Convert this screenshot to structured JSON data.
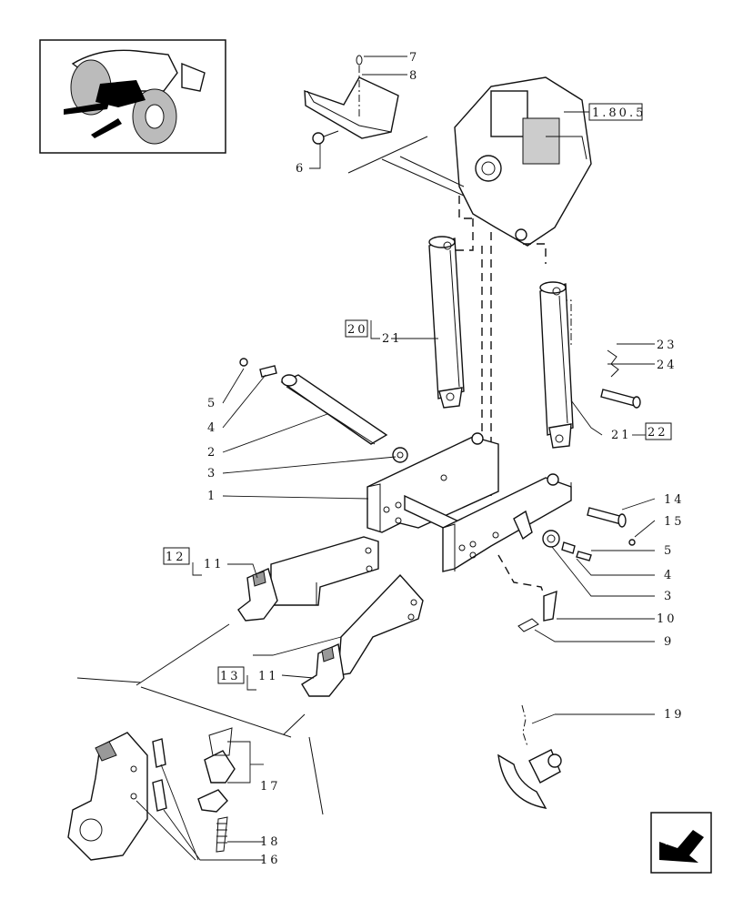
{
  "callouts": {
    "n7": "7",
    "n8": "8",
    "n6": "6",
    "ref_180_5": "1.80.5",
    "n20": "20",
    "n21_a": "21",
    "n23": "23",
    "n24": "24",
    "n5_l": "5",
    "n4_l": "4",
    "n2": "2",
    "n3_l": "3",
    "n1": "1",
    "n21_b": "21",
    "n22": "22",
    "n14": "14",
    "n15": "15",
    "n5_r": "5",
    "n4_r": "4",
    "n3_r": "3",
    "n10": "10",
    "n9": "9",
    "n12": "12",
    "n11_a": "11",
    "n13": "13",
    "n11_b": "11",
    "n19": "19",
    "n17": "17",
    "n18": "18",
    "n16": "16"
  }
}
